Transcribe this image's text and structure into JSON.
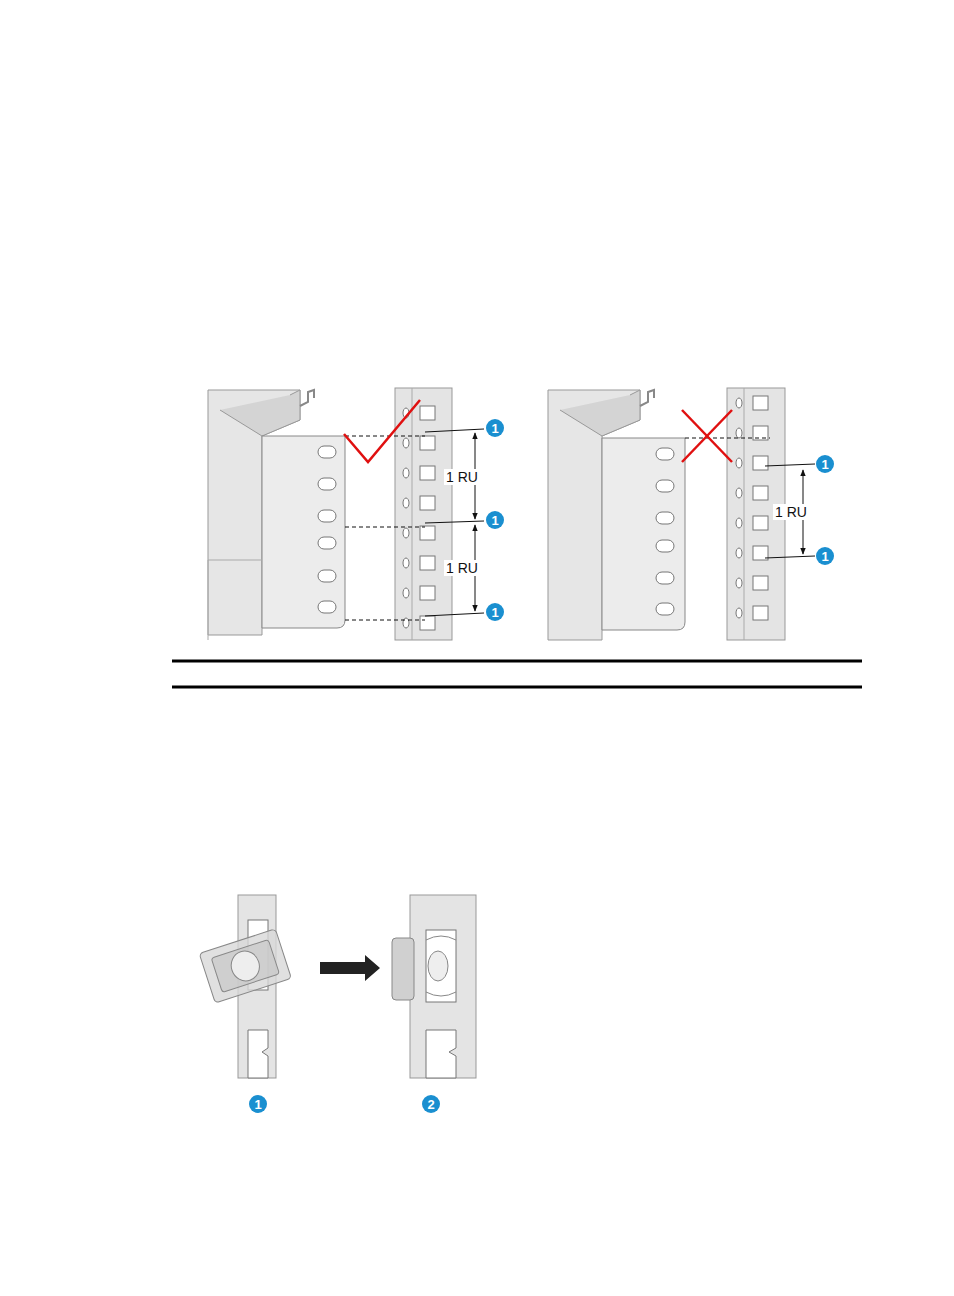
{
  "diagram": {
    "labels": [
      "1",
      "1 RU",
      "1",
      "1 RU",
      "1",
      "1",
      "1 RU",
      "1",
      "1",
      "2"
    ]
  }
}
